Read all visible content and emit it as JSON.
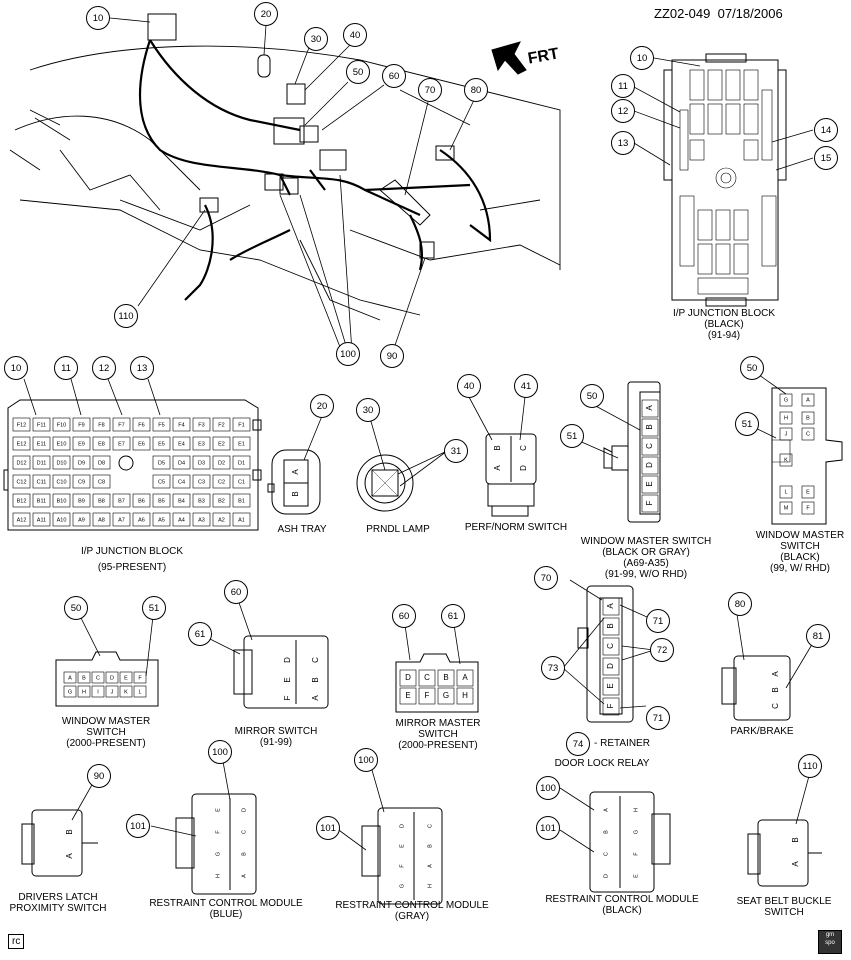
{
  "header": {
    "code": "ZZ02-049",
    "date": "07/18/2006"
  },
  "front_arrow": "FRT",
  "footer": {
    "tag": "rc",
    "logo_top": "gm",
    "logo_bottom": "spo"
  },
  "callouts_overview": [
    "10",
    "20",
    "30",
    "40",
    "50",
    "60",
    "70",
    "80",
    "110",
    "100",
    "90"
  ],
  "ip_block_top": {
    "name": [
      "I/P JUNCTION BLOCK",
      "(BLACK)",
      "(91-94)"
    ],
    "callouts": [
      "10",
      "11",
      "12",
      "13",
      "14",
      "15"
    ]
  },
  "ip_block_bottom": {
    "name": [
      "I/P JUNCTION BLOCK",
      "(95-PRESENT)"
    ],
    "callouts": [
      "10",
      "11",
      "12",
      "13"
    ],
    "rows": [
      [
        "F12",
        "F11",
        "F10",
        "F9",
        "F8",
        "F7",
        "F6",
        "F5",
        "F4",
        "F3",
        "F2",
        "F1"
      ],
      [
        "E12",
        "E11",
        "E10",
        "E9",
        "E8",
        "E7",
        "E6",
        "E5",
        "E4",
        "E3",
        "E2",
        "E1"
      ],
      [
        "D12",
        "D11",
        "D10",
        "D9",
        "D8",
        "",
        "",
        "D5",
        "D4",
        "D3",
        "D2",
        "D1"
      ],
      [
        "C12",
        "C11",
        "C10",
        "C9",
        "C8",
        "",
        "",
        "C5",
        "C4",
        "C3",
        "C2",
        "C1"
      ],
      [
        "B12",
        "B11",
        "B10",
        "B9",
        "B8",
        "B7",
        "B6",
        "B5",
        "B4",
        "B3",
        "B2",
        "B1"
      ],
      [
        "A12",
        "A11",
        "A10",
        "A9",
        "A8",
        "A7",
        "A6",
        "A5",
        "A4",
        "A3",
        "A2",
        "A1"
      ]
    ]
  },
  "connectors": {
    "ash_tray": {
      "name": [
        "ASH TRAY"
      ],
      "callout": "20",
      "pins": [
        "A",
        "B"
      ]
    },
    "prndl": {
      "name": [
        "PRNDL LAMP"
      ],
      "callouts": [
        "30",
        "31"
      ]
    },
    "perf_norm": {
      "name": [
        "PERF/NORM SWITCH"
      ],
      "callouts": [
        "40",
        "41"
      ],
      "pins": [
        "B",
        "A",
        "C",
        "D"
      ]
    },
    "wms_black_gray": {
      "name": [
        "WINDOW MASTER SWITCH",
        "(BLACK OR GRAY)",
        "(A69-A35)",
        "(91-99, W/O RHD)"
      ],
      "callouts": [
        "50",
        "51"
      ],
      "pins": [
        "A",
        "B",
        "C",
        "D",
        "E",
        "F"
      ]
    },
    "wms_black_rhd": {
      "name": [
        "WINDOW MASTER",
        "SWITCH",
        "(BLACK)",
        "(99, W/ RHD)"
      ],
      "callouts": [
        "50",
        "51"
      ],
      "pins": [
        "G",
        "A",
        "H",
        "B",
        "J",
        "C",
        "K",
        "L",
        "E",
        "M",
        "F"
      ]
    },
    "wms_2000": {
      "name": [
        "WINDOW MASTER",
        "SWITCH",
        "(2000-PRESENT)"
      ],
      "callouts": [
        "50",
        "51"
      ],
      "top": [
        "A",
        "B",
        "C",
        "D",
        "E",
        "F"
      ],
      "bottom": [
        "G",
        "H",
        "I",
        "J",
        "K",
        "L"
      ]
    },
    "mirror_switch": {
      "name": [
        "MIRROR SWITCH",
        "(91-99)"
      ],
      "callouts": [
        "60",
        "61"
      ],
      "pins": [
        "D",
        "E",
        "F",
        "C",
        "B",
        "A"
      ]
    },
    "mirror_master": {
      "name": [
        "MIRROR MASTER",
        "SWITCH",
        "(2000-PRESENT)"
      ],
      "callouts": [
        "60",
        "61"
      ],
      "top": [
        "D",
        "C",
        "B",
        "A"
      ],
      "bottom": [
        "E",
        "F",
        "G",
        "H"
      ]
    },
    "door_lock_relay": {
      "name": [
        "DOOR LOCK RELAY"
      ],
      "callouts": [
        "70",
        "71",
        "72",
        "73",
        "71"
      ],
      "pins": [
        "A",
        "B",
        "C",
        "D",
        "E",
        "F"
      ],
      "retainer_callout": "74",
      "retainer_text": "- RETAINER"
    },
    "park_brake": {
      "name": [
        "PARK/BRAKE"
      ],
      "callouts": [
        "80",
        "81"
      ],
      "pins": [
        "A",
        "B",
        "C"
      ]
    },
    "drivers_latch": {
      "name": [
        "DRIVERS LATCH",
        "PROXIMITY SWITCH"
      ],
      "callout": "90",
      "pins": [
        "A",
        "B"
      ]
    },
    "rcm_blue": {
      "name": [
        "RESTRAINT CONTROL MODULE",
        "(BLUE)"
      ],
      "callouts": [
        "100",
        "101"
      ],
      "left": [
        "E",
        "F",
        "G",
        "H"
      ],
      "right": [
        "D",
        "C",
        "B",
        "A"
      ]
    },
    "rcm_gray": {
      "name": [
        "RESTRAINT CONTROL MODULE",
        "(GRAY)"
      ],
      "callouts": [
        "100",
        "101"
      ],
      "left": [
        "D",
        "E",
        "F",
        "G"
      ],
      "right": [
        "C",
        "B",
        "A",
        "H"
      ]
    },
    "rcm_black": {
      "name": [
        "RESTRAINT CONTROL MODULE",
        "(BLACK)"
      ],
      "callouts": [
        "100",
        "101"
      ],
      "left": [
        "A",
        "B",
        "C",
        "D"
      ],
      "right": [
        "H",
        "G",
        "F",
        "E"
      ]
    },
    "seat_belt": {
      "name": [
        "SEAT BELT BUCKLE",
        "SWITCH"
      ],
      "callout": "110",
      "pins": [
        "A",
        "B"
      ]
    }
  }
}
